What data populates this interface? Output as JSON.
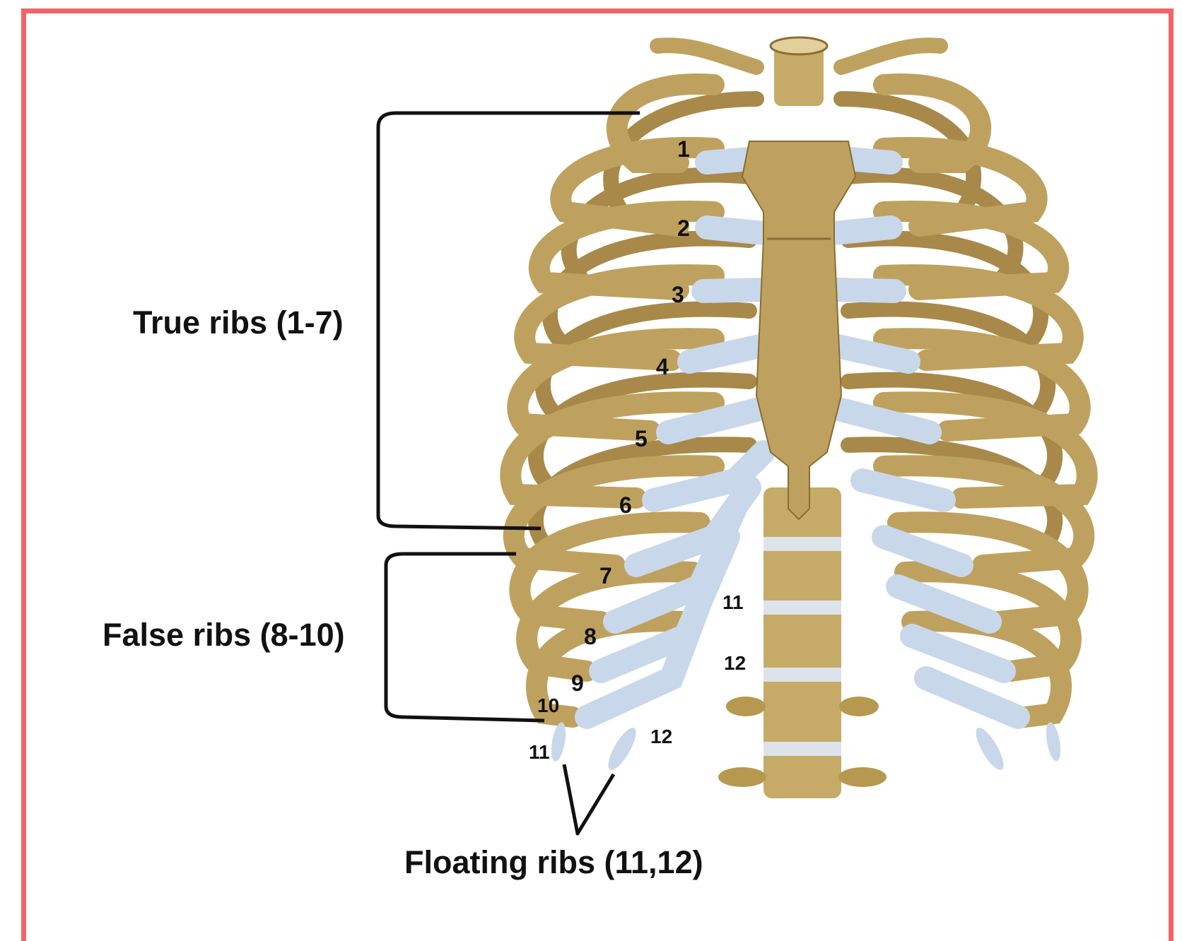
{
  "colors": {
    "frame_border": "#f06566",
    "bone": "#bfa15f",
    "bone_dark": "#8a6d32",
    "cartilage": "#c8d8ea",
    "bracket": "#111111"
  },
  "groups": {
    "true_ribs": "True ribs (1-7)",
    "false_ribs": "False ribs (8-10)",
    "floating_ribs": "Floating ribs (11,12)"
  },
  "rib_numbers": {
    "front": [
      "1",
      "2",
      "3",
      "4",
      "5",
      "6",
      "7",
      "8",
      "9",
      "10",
      "11",
      "12"
    ],
    "back": [
      "11",
      "12"
    ]
  }
}
